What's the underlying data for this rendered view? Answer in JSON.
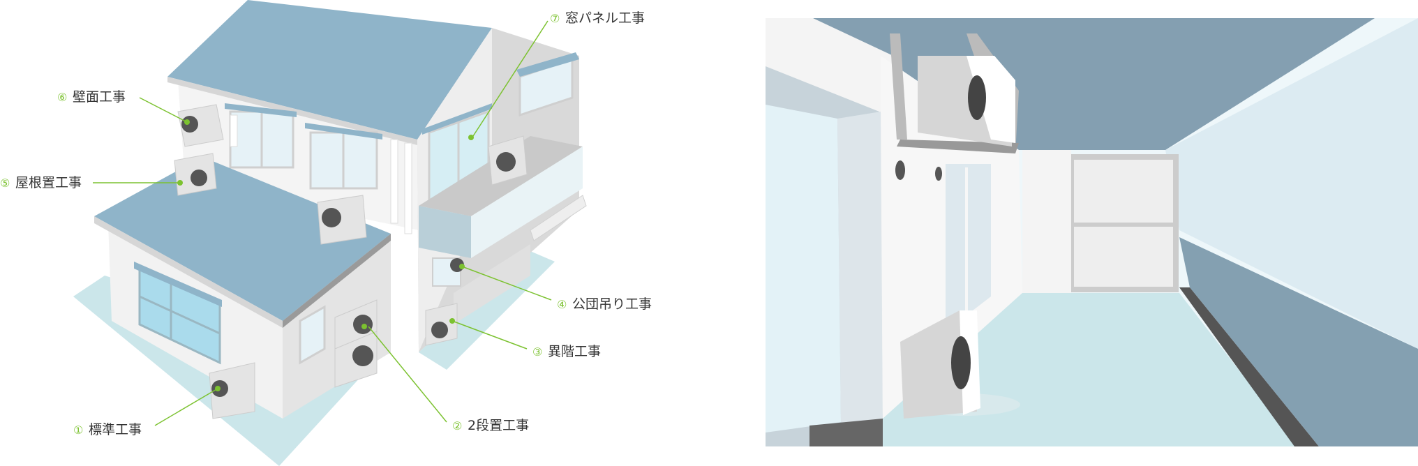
{
  "colors": {
    "roof": "#8fb4c9",
    "roof_dark": "#6f8e9e",
    "wall": "#f2f2f2",
    "wall_shade": "#dcdcdc",
    "wall_dark": "#c8c8c8",
    "glass": "#bfe1ec",
    "ground": "#cbe6ea",
    "unit_body": "#e4e4e4",
    "fan": "#555555",
    "accent": "#7cc230",
    "leader": "#7cc230",
    "text": "#333333"
  },
  "labels": [
    {
      "num": "⑦",
      "text": "窓パネル工事"
    },
    {
      "num": "⑥",
      "text": "壁面工事"
    },
    {
      "num": "⑤",
      "text": "屋根置工事"
    },
    {
      "num": "④",
      "text": "公団吊り工事"
    },
    {
      "num": "③",
      "text": "異階工事"
    },
    {
      "num": "②",
      "text": "2段置工事"
    },
    {
      "num": "①",
      "text": "標準工事"
    }
  ],
  "icons": {
    "ac_unit": "outdoor-ac-unit-icon",
    "marker": "green-dot-marker-icon"
  }
}
